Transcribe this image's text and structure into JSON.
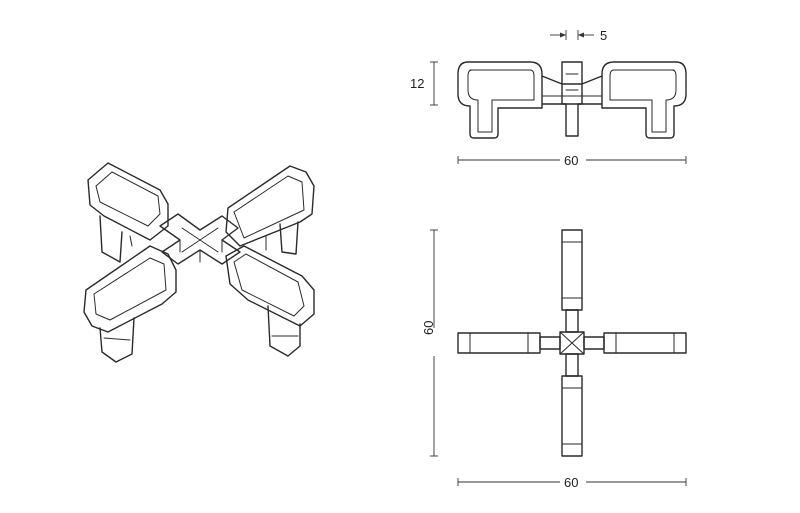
{
  "side_view": {
    "height_label": "12",
    "thickness_label": "5",
    "width_label": "60"
  },
  "top_view": {
    "width_label": "60",
    "height_label": "60"
  },
  "colors": {
    "line": "#2a2a2a",
    "background": "#ffffff"
  }
}
